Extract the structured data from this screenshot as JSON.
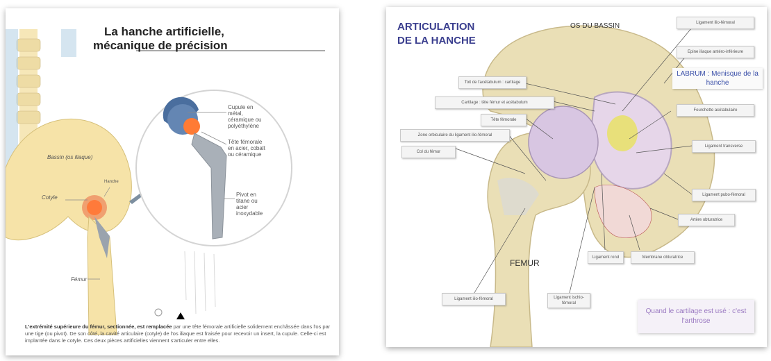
{
  "left": {
    "title_line1": "La hanche artificielle,",
    "title_line2": "mécanique de précision",
    "callouts": {
      "cupule": "Cupule en métal, céramique ou polyéthylène",
      "tete": "Tête fémorale en acier, cobalt ou céramique",
      "pivot": "Pivot en titane ou acier inoxydable"
    },
    "labels": {
      "bassin": "Bassin (os iliaque)",
      "cotyle": "Cotyle",
      "fémur": "Fémur",
      "hanche": "Hanche"
    },
    "caption_bold": "L'extrémité supérieure du fémur, sectionnée, est remplacée",
    "caption_rest": " par une tête fémorale artificielle solidement enchâssée dans l'os par une tige (ou pivot). De son côté, la cavité articulaire (cotyle) de l'os iliaque est fraisée pour recevoir un insert, la cupule. Celle-ci est implantée dans le cotyle. Ces deux pièces artificielles viennent s'articuler entre elles."
  },
  "right": {
    "title_line1": "ARTICULATION",
    "title_line2": "DE LA HANCHE",
    "os_du_bassin": "OS DU BASSIN",
    "femur": "FEMUR",
    "labrum": "LABRUM : Menisque de la hanche",
    "arthrose": "Quand le cartilage est usé : c'est l'arthrose",
    "labels": {
      "lig_ilio_top": "Ligament ilio-fémoral",
      "epine": "Epine iliaque antéro-inférieure",
      "toit": "Toit de l'acétabulum : cartilage",
      "cartilage_tete": "Cartilage : tête fémur et acétabulum",
      "tete_femorale": "Tête fémorale",
      "fourchette": "Fourchette acétabulaire",
      "zone_orbiculaire": "Zone orbiculaire du ligament ilio-fémoral",
      "col": "Col du fémur",
      "lig_transverse": "Ligament transverse",
      "lig_pubo": "Ligament pubo-fémoral",
      "artere": "Artère obturatrice",
      "lig_rond": "Ligament rond",
      "membrane": "Membrane obturatrice",
      "lig_ilio_bottom": "Ligament ilio-fémoral",
      "lig_ischio": "Ligament ischio-fémoral"
    }
  }
}
